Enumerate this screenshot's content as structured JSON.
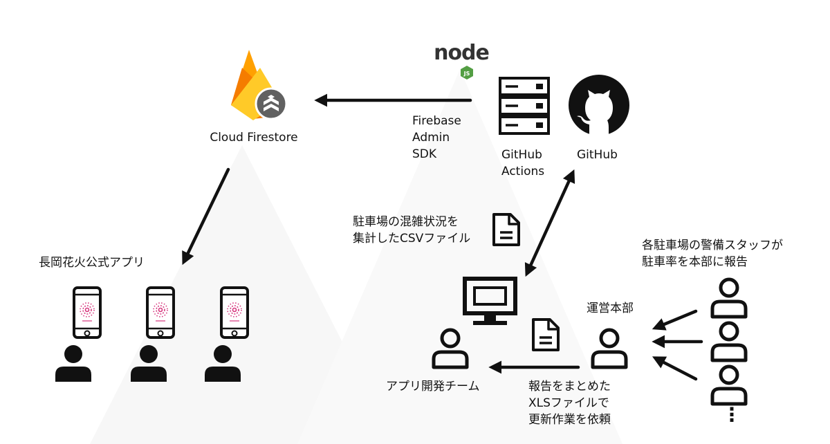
{
  "labels": {
    "firestore": "Cloud Firestore",
    "firebase_sdk": [
      "Firebase",
      "Admin",
      "SDK"
    ],
    "actions": [
      "GitHub",
      "Actions"
    ],
    "github": "GitHub",
    "nodejs": "node",
    "nodejs_badge": "JS",
    "official_app": "長岡花火公式アプリ",
    "csv": [
      "駐車場の混雑状況を",
      "集計したCSVファイル"
    ],
    "staff": [
      "各駐車場の警備スタッフが",
      "駐車率を本部に報告"
    ],
    "hq": "運営本部",
    "dev_team": "アプリ開発チーム",
    "request": [
      "報告をまとめた",
      "XLSファイルで",
      "更新作業を依頼"
    ],
    "ellipsis": "⋮"
  },
  "icons": {
    "firebase": "firebase-flame-icon",
    "firestore_badge": "firestore-badge-icon",
    "server": "server-rack-icon",
    "github": "github-octocat-icon",
    "node": "nodejs-logo-icon",
    "phone": "smartphone-icon",
    "person": "person-icon",
    "person_outline": "person-outline-icon",
    "monitor": "monitor-icon",
    "document": "document-icon"
  },
  "colors": {
    "firebase_yellow": "#FFCA28",
    "firebase_orange": "#F57C00",
    "node_green": "#539E43",
    "app_logo_pink": "#D6357D",
    "ink": "#111111"
  }
}
